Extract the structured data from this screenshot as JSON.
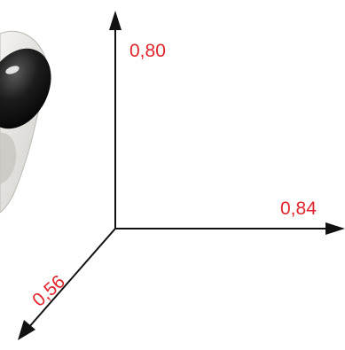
{
  "dimensions": {
    "height_label": "0,80",
    "width_label": "0,84",
    "depth_label": "0,56"
  },
  "colors": {
    "label": "#e0242b",
    "axis": "#111111",
    "object_body": "#e6e5e1",
    "object_dark": "#1a1a1a"
  },
  "icons": {
    "object": "partial-product-photo",
    "axes": "3d-axis-arrows"
  }
}
